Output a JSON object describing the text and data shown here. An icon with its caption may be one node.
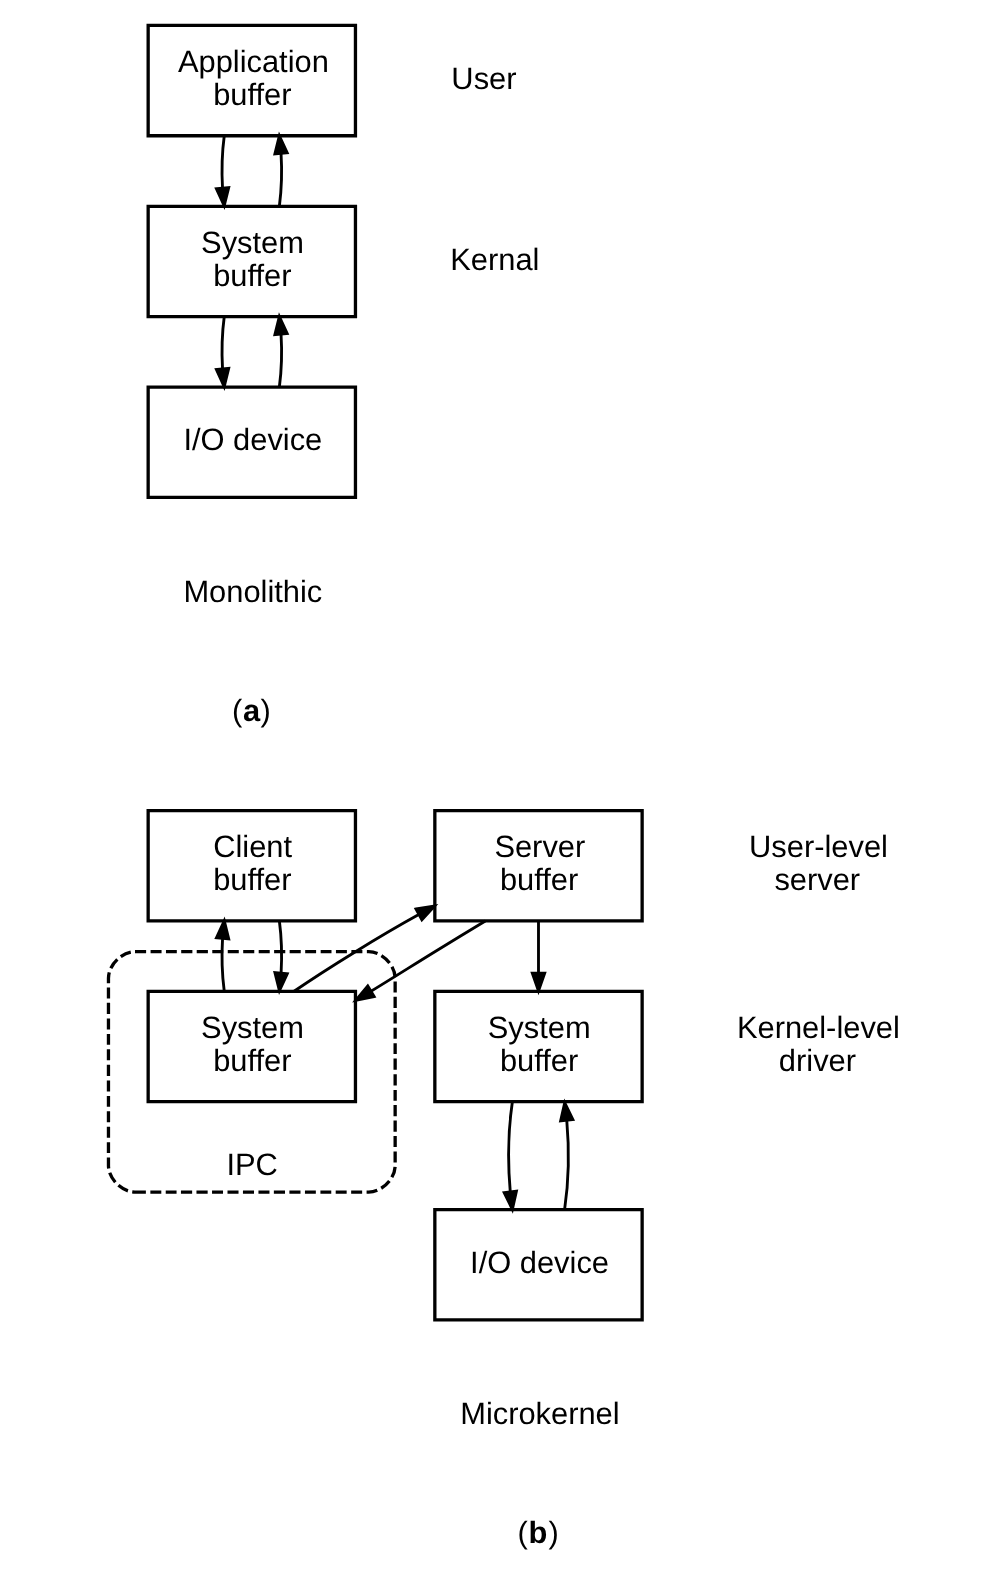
{
  "diagram": {
    "nodes": [
      {
        "text": [
          "Application buffer"
        ]
      },
      {
        "text": [
          "System buffer"
        ]
      },
      {
        "text": [
          "I/O device"
        ]
      },
      {
        "text": [
          "Client buffer"
        ]
      },
      {
        "text": [
          "Server buffer"
        ]
      },
      {
        "text": [
          "IPC"
        ]
      },
      {
        "text": [
          "System buffer"
        ],
        "in": 5
      },
      {
        "text": [
          "System buffer"
        ]
      },
      {
        "text": [
          "I/O device"
        ]
      }
    ],
    "edges": [
      {
        "from": 1,
        "to": 0,
        "arrow": "to"
      },
      {
        "from": 0,
        "to": 1,
        "arrow": "to"
      },
      {
        "from": 2,
        "to": 1,
        "arrow": "to"
      },
      {
        "from": 1,
        "to": 2,
        "arrow": "to"
      },
      {
        "from": 6,
        "to": 3,
        "arrow": "to"
      },
      {
        "from": 3,
        "to": 6,
        "arrow": "to"
      },
      {
        "from": 6,
        "to": 4,
        "arrow": "to"
      },
      {
        "from": 4,
        "to": 6,
        "arrow": "to"
      },
      {
        "from": 4,
        "to": 7,
        "arrow": "to"
      },
      {
        "from": 8,
        "to": 7,
        "arrow": "to"
      },
      {
        "from": 7,
        "to": 8,
        "arrow": "to"
      }
    ],
    "labels": [
      "User",
      "Kernal",
      "Monolithic",
      "(**a**)",
      "User-level server",
      "Kernel-level driver",
      "Microkernel",
      "(**b**)"
    ]
  }
}
